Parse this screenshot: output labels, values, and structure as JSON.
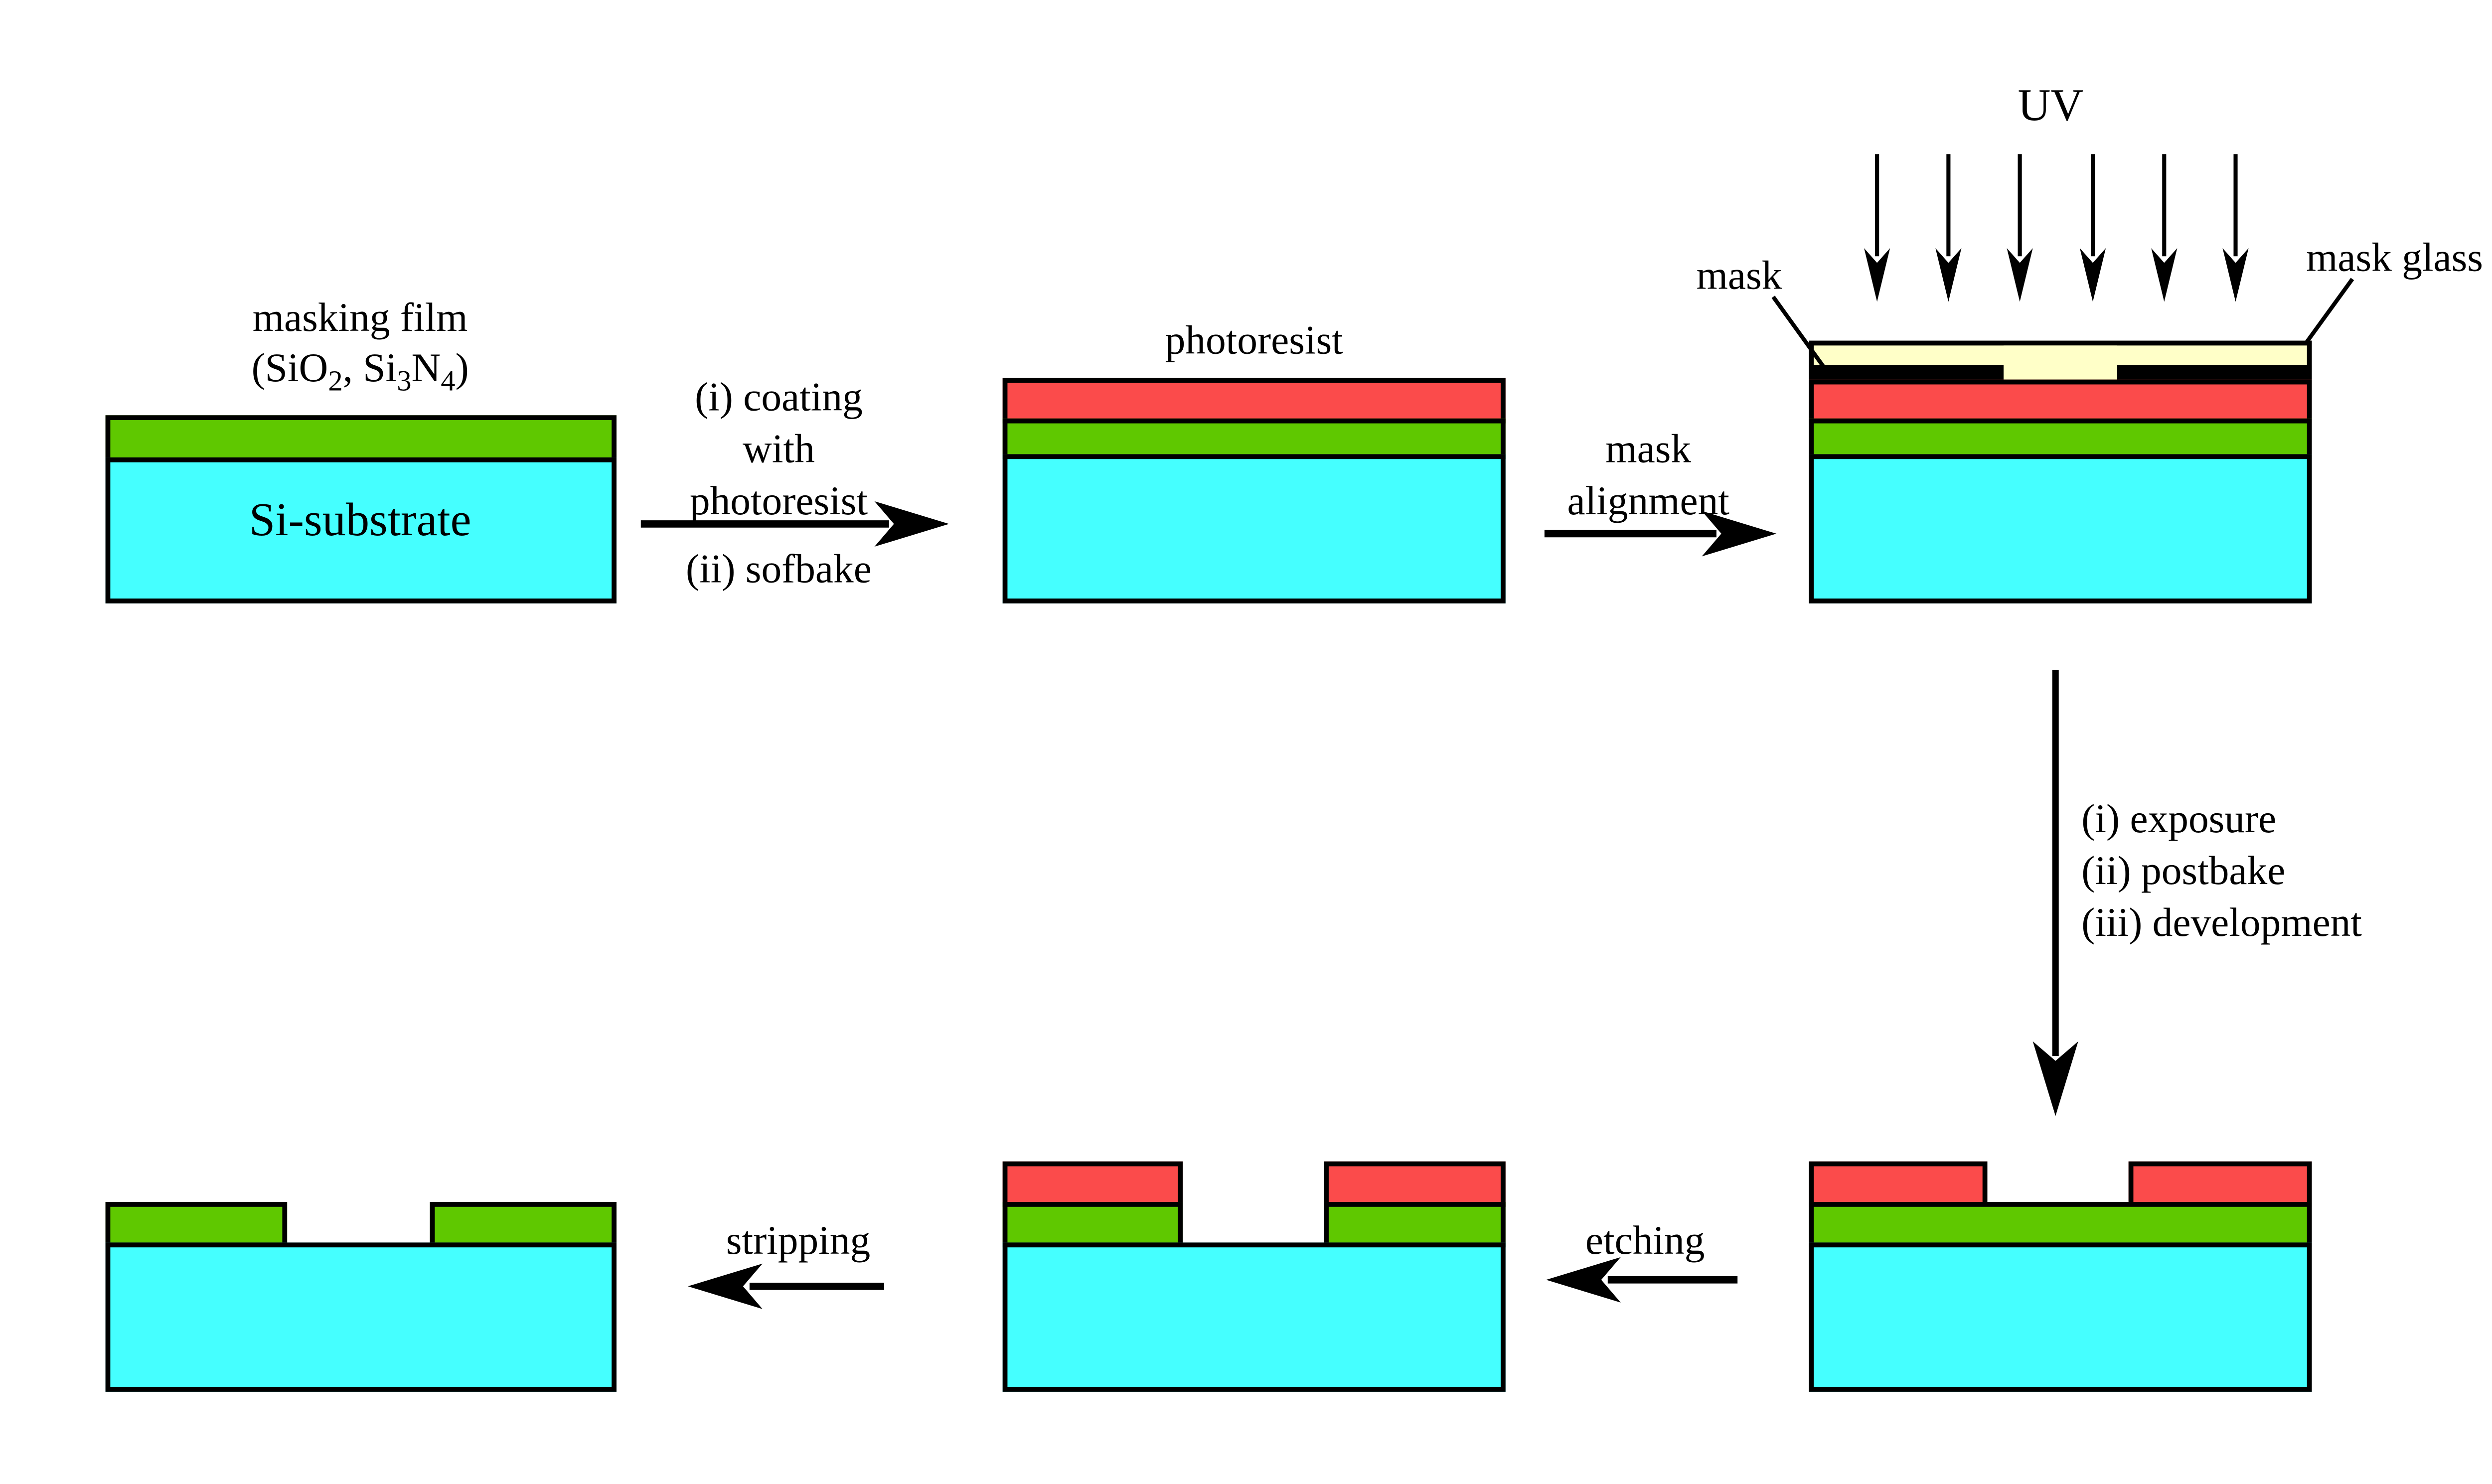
{
  "colors": {
    "background": "#FFFFFF",
    "substrate_cyan": "#45FFFF",
    "masking_film_green": "#5FC800",
    "photoresist_red": "#FB4B4B",
    "mask_glass_cream": "#FFFFC8",
    "mask_black": "#000000",
    "line_black": "#000000"
  },
  "step1": {
    "film_label_line1": "masking film",
    "film_formula": {
      "p1": "(SiO",
      "sub1": "2",
      "p2": ", Si",
      "sub2": "3",
      "p3": "N",
      "sub3": "4",
      "p4": ")"
    },
    "substrate_label": "Si-substrate"
  },
  "arrow_coating": {
    "above1": "(i) coating",
    "above2": "with",
    "above3": "photoresist",
    "below": "(ii) sofbake"
  },
  "step2": {
    "label": "photoresist"
  },
  "arrow_mask_alignment": {
    "line1": "mask",
    "line2": "alignment"
  },
  "step3": {
    "uv_label": "UV",
    "mask_label": "mask",
    "mask_glass_label": "mask glass"
  },
  "arrow_exposure": {
    "line1": "(i) exposure",
    "line2": "(ii) postbake",
    "line3": "(iii) development"
  },
  "arrow_etching": {
    "label": "etching"
  },
  "arrow_stripping": {
    "label": "stripping"
  }
}
